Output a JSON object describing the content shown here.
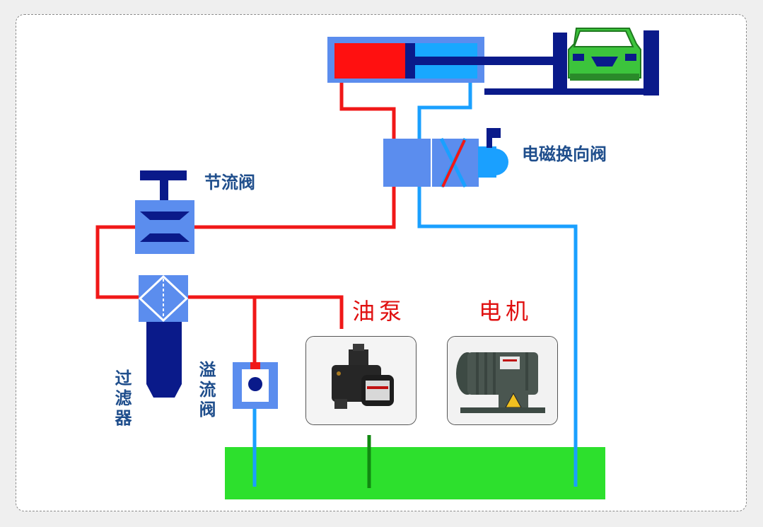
{
  "labels": {
    "throttle_valve": "节流阀",
    "solenoid_valve": "电磁换向阀",
    "oil_pump": "油泵",
    "motor": "电机",
    "filter": "过滤器",
    "relief_valve": "溢流阀"
  },
  "colors": {
    "pressure_line": "#f01818",
    "return_line": "#1aa0ff",
    "valve_body": "#5b8dee",
    "dark_blue": "#0a1a8a",
    "tank": "#2de02d",
    "car": "#3cc43c",
    "cylinder_red": "#ff1010",
    "cylinder_blue": "#18a8ff"
  },
  "icons": {
    "car": "car-icon",
    "oil_pump_photo": "oil-pump-photo",
    "motor_photo": "motor-photo",
    "warning_sign": "warning-sign-icon"
  }
}
